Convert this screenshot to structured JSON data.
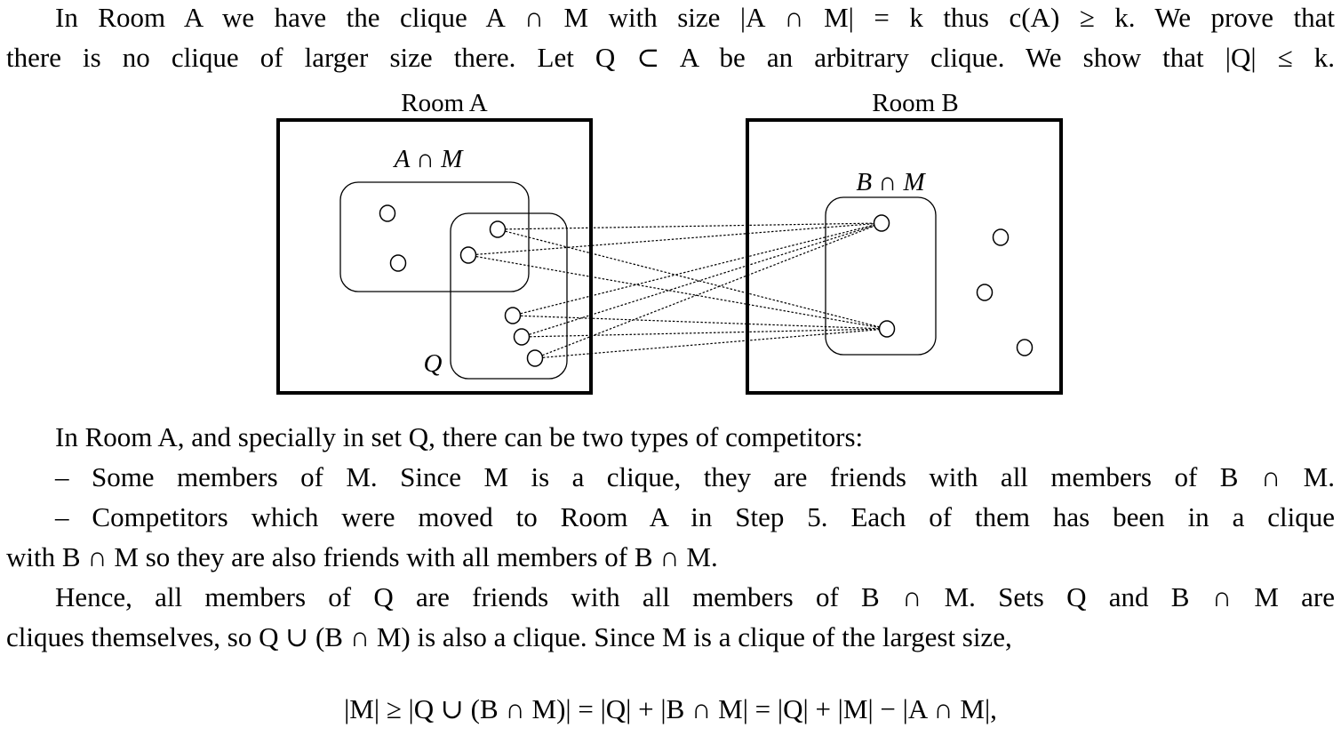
{
  "paragraph1": [
    "In Room A we have the clique A ∩ M with size |A ∩ M| = k thus c(A) ≥ k. We prove that",
    "there is no clique of larger size there. Let Q ⊂ A be an arbitrary clique. We show that |Q| ≤ k."
  ],
  "figure": {
    "room_a_label": "Room A",
    "room_b_label": "Room B",
    "a_cap_m_label": "A ∩ M",
    "b_cap_m_label": "B ∩ M",
    "q_label": "Q"
  },
  "paragraph2": [
    "In Room A, and specially in set Q, there can be two types of competitors:",
    "– Some members of M. Since M is a clique, they are friends with all members of B ∩ M.",
    "– Competitors which were moved to Room A in Step 5. Each of them has been in a clique",
    "with B ∩ M so they are also friends with all members of B ∩ M.",
    "Hence, all members of Q are friends with all members of B ∩ M. Sets Q and B ∩ M are",
    "cliques themselves, so Q ∪ (B ∩ M) is also a clique. Since M is a clique of the largest size,"
  ],
  "equation": "|M| ≥ |Q ∪ (B ∩ M)| = |Q| + |B ∩ M| = |Q| + |M| − |A ∩ M|,"
}
